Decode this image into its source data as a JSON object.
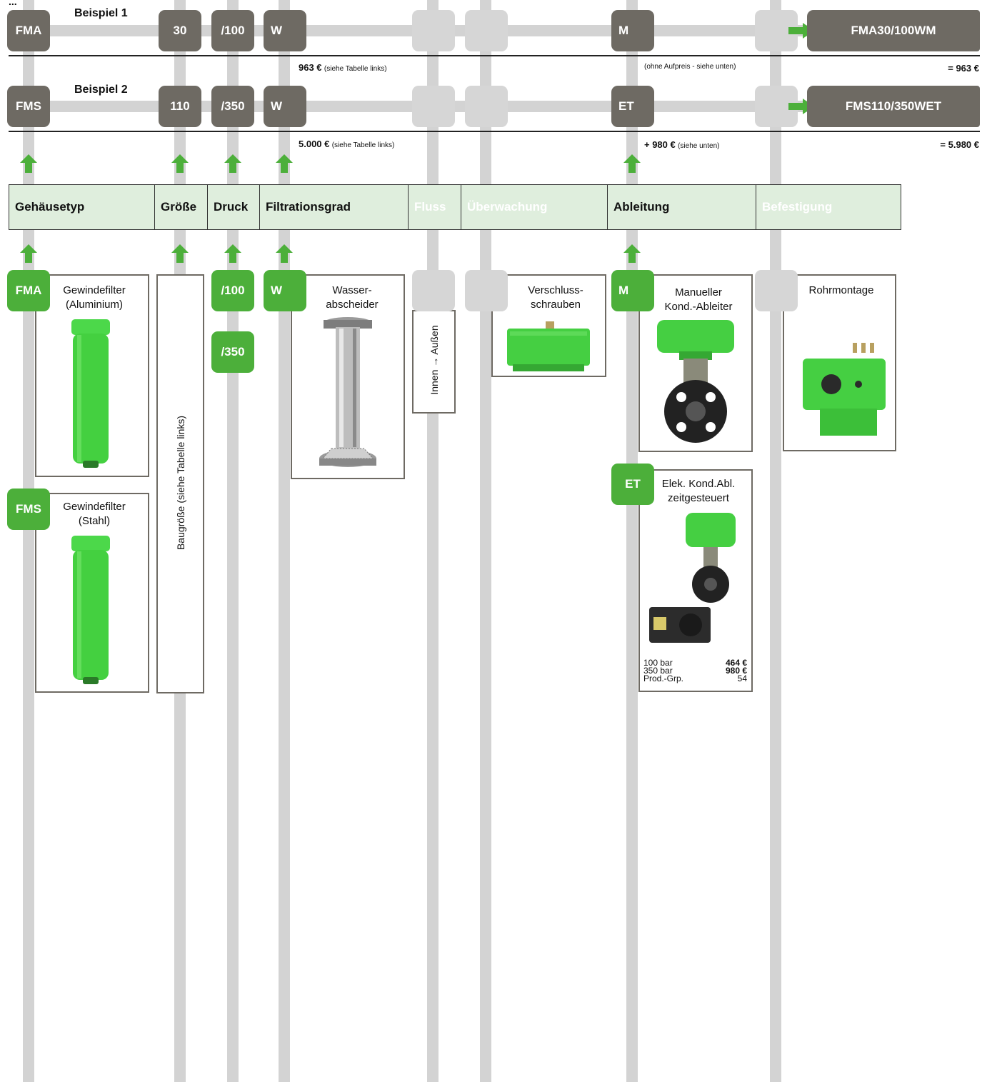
{
  "top_caption": "...",
  "example1": {
    "label": "Beispiel 1",
    "housing": "FMA",
    "size": "30",
    "pressure": "/100",
    "filtration": "W",
    "drain": "M",
    "result": "FMA30/100WM",
    "price_filtration": "963 €",
    "price_filtration_note": "(siehe Tabelle links)",
    "price_drain_note": "(ohne Aufpreis - siehe unten)",
    "total": "= 963 €"
  },
  "example2": {
    "label": "Beispiel 2",
    "housing": "FMS",
    "size": "110",
    "pressure": "/350",
    "filtration": "W",
    "drain": "ET",
    "result": "FMS110/350WET",
    "price_filtration": "5.000 €",
    "price_filtration_note": "(siehe Tabelle links)",
    "price_drain": "+ 980 €",
    "price_drain_note": "(siehe unten)",
    "total": "= 5.980 €"
  },
  "header": [
    "Gehäusetyp",
    "Größe",
    "Druck",
    "Filtrationsgrad",
    "Fluss",
    "Überwachung",
    "Ableitung",
    "Befestigung"
  ],
  "options": {
    "housing": [
      {
        "code": "FMA",
        "title": "Gewindefilter\n(Aluminium)"
      },
      {
        "code": "FMS",
        "title": "Gewindefilter\n(Stahl)"
      }
    ],
    "size_text": "Baugröße (siehe Tabelle links)",
    "pressure": [
      "/100",
      "/350"
    ],
    "filtration": {
      "code": "W",
      "title": "Wasser-\nabscheider"
    },
    "flow_text": "Innen → Außen",
    "monitoring_title": "Verschluss-\nschrauben",
    "drain": [
      {
        "code": "M",
        "title": "Manueller\nKond.-Ableiter"
      },
      {
        "code": "ET",
        "title": "Elek. Kond.Abl.\nzeitgesteuert"
      }
    ],
    "drain_prices": [
      {
        "label": "100 bar",
        "value": "464 €"
      },
      {
        "label": "350 bar",
        "value": "980 €"
      },
      {
        "label": "Prod.-Grp.",
        "value": "54"
      }
    ],
    "mounting_title": "Rohrmontage"
  },
  "colors": {
    "green": "#4caf3a",
    "dark": "#6e6a63",
    "light_grey": "#d6d6d6",
    "header_bg": "#dfeedd"
  }
}
